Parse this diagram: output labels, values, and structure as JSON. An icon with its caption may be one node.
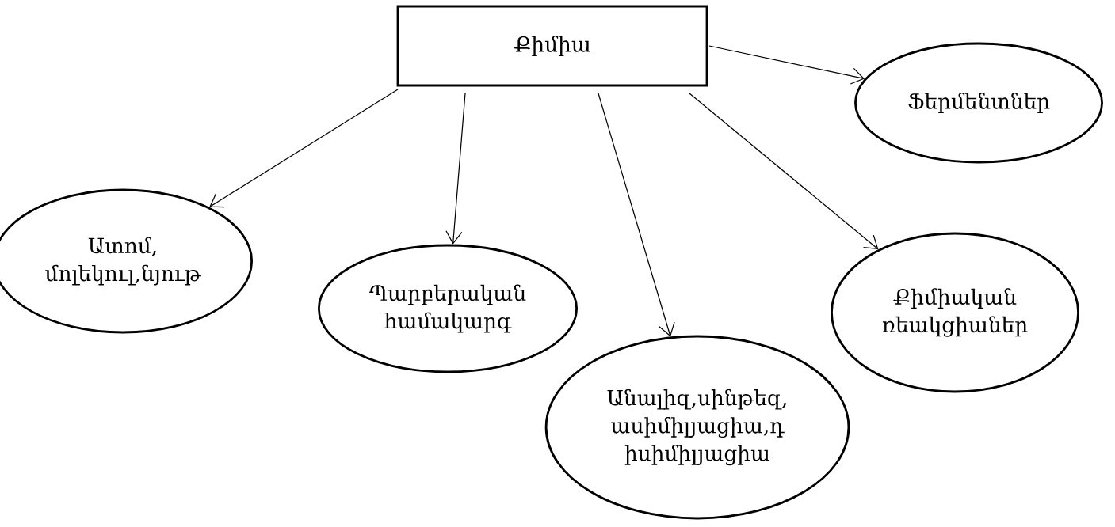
{
  "diagram": {
    "nodes": [
      {
        "text": [
          "Քիմիա"
        ]
      },
      {
        "text": [
          "Ֆերմենտներ"
        ]
      },
      {
        "text": [
          "Ատոմ, մոլեկուլ,նյութ"
        ]
      },
      {
        "text": [
          "Պարբերական համակարգ"
        ]
      },
      {
        "text": [
          "Անալիզ,սինթեզ, ասիմիլյացիա,դ իսիմիլյացիա"
        ]
      },
      {
        "text": [
          "Քիմիական ռեակցիաներ"
        ]
      }
    ],
    "edges": [
      {
        "from": 0,
        "to": 1,
        "arrow": "to"
      },
      {
        "from": 0,
        "to": 2,
        "arrow": "to"
      },
      {
        "from": 0,
        "to": 3,
        "arrow": "to"
      },
      {
        "from": 0,
        "to": 4,
        "arrow": "to"
      },
      {
        "from": 0,
        "to": 5,
        "arrow": "to"
      }
    ]
  }
}
